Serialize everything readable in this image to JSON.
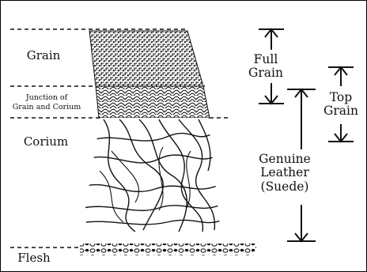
{
  "layers": {
    "grain": "Grain",
    "junction_line1": "Junction of",
    "junction_line2": "Grain and Corium",
    "corium": "Corium",
    "flesh": "Flesh"
  },
  "annotations": {
    "full_grain_line1": "Full",
    "full_grain_line2": "Grain",
    "top_grain_line1": "Top",
    "top_grain_line2": "Grain",
    "genuine_line1": "Genuine",
    "genuine_line2": "Leather",
    "genuine_line3": "(Suede)"
  },
  "colors": {
    "ink": "#111111",
    "background": "#ffffff"
  }
}
